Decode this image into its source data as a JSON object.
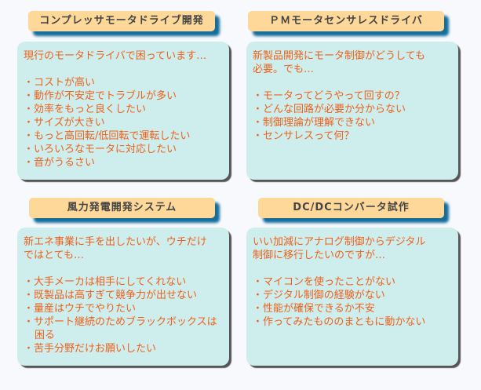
{
  "panels": [
    {
      "title": "コンプレッサモータドライブ開発",
      "intro": "現行のモータドライバで困っています…",
      "items": [
        "コストが高い",
        "動作が不安定でトラブルが多い",
        "効率をもっと良くしたい",
        "サイズが大きい",
        "もっと高回転/低回転で運転したい",
        "いろいろなモータに対応したい",
        "音がうるさい"
      ]
    },
    {
      "title": "ＰＭモータセンサレスドライバ",
      "intro": "新製品開発にモータ制御がどうしても\n必要。でも…",
      "items": [
        "モータってどうやって回すの？",
        "どんな回路が必要か分からない",
        "制御理論が理解できない",
        "センサレスって何？"
      ]
    },
    {
      "title": "風力発電開発システム",
      "intro": "新エネ事業に手を出したいが、ウチだけ\nではとても…",
      "items": [
        "大手メーカは相手にしてくれない",
        "既製品は高すぎて競争力が出せない",
        "量産はウチでやりたい",
        "サポート継続のためブラックボックスは困る",
        "苦手分野だけお願いしたい"
      ]
    },
    {
      "title": "DC/DCコンバータ試作",
      "intro": "いい加減にアナログ制御からデジタル\n制御に移行したいのですが…",
      "items": [
        "マイコンを使ったことがない",
        "デジタル制御の経験がない",
        "性能が確保できるか不安",
        "作ってみたもののまともに動かない"
      ]
    }
  ]
}
